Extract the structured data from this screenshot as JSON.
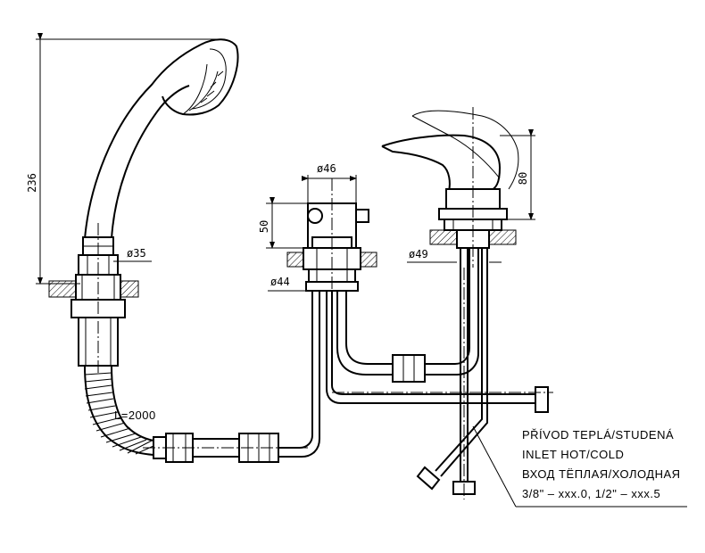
{
  "dimensions": {
    "shower_height": "236",
    "shower_diameter": "ø35",
    "valve_diameter": "ø46",
    "valve_height": "50",
    "valve_base_diameter": "ø44",
    "faucet_height": "80",
    "faucet_base_diameter": "ø49"
  },
  "hose_length": "L=2000",
  "inlet_note": {
    "line1": "PŘÍVOD TEPLÁ/STUDENÁ",
    "line2": "INLET HOT/COLD",
    "line3": "ВХОД ТЁПЛАЯ/ХОЛОДНАЯ",
    "line4": "3/8\" – xxx.0, 1/2\" – xxx.5"
  }
}
